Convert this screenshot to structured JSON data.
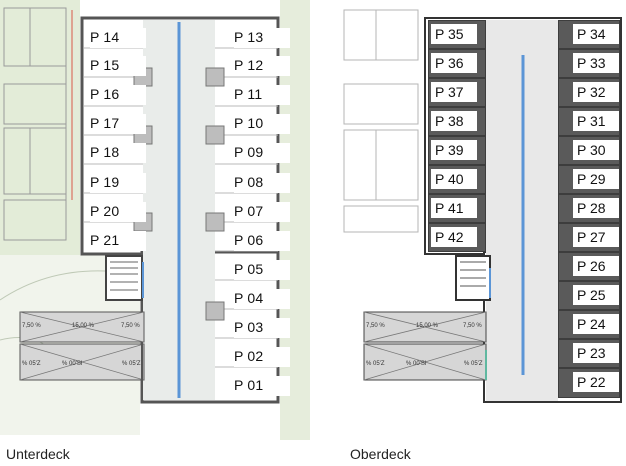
{
  "lower_deck": {
    "caption": "Unterdeck",
    "left_spots": [
      "P 14",
      "P 15",
      "P 16",
      "P 17",
      "P 18",
      "P 19",
      "P 20",
      "P 21"
    ],
    "right_spots": [
      "P 13",
      "P 12",
      "P 11",
      "P 10",
      "P 09",
      "P 08",
      "P 07",
      "P 06",
      "P 05",
      "P 04",
      "P 03",
      "P 02",
      "P 01"
    ],
    "ramp_labels": [
      "7,50 %",
      "15,00 %",
      "7,50 %",
      "% 05'Z",
      "% 00'SI",
      "% 05'Z"
    ]
  },
  "upper_deck": {
    "caption": "Oberdeck",
    "left_spots": [
      "P 35",
      "P 36",
      "P 37",
      "P 38",
      "P 39",
      "P 40",
      "P 41",
      "P 42"
    ],
    "right_spots": [
      "P 34",
      "P 33",
      "P 32",
      "P 31",
      "P 30",
      "P 29",
      "P 28",
      "P 27",
      "P 26",
      "P 25",
      "P 24",
      "P 23",
      "P 22"
    ],
    "ramp_labels": [
      "7,50 %",
      "15,00 %",
      "7,50 %",
      "% 05'Z",
      "% 00'SI",
      "% 05'Z"
    ]
  },
  "colors": {
    "wall": "#555555",
    "driveway": "#e9ecea",
    "center_line": "#5b95d6",
    "dark_spot": "#5a5a5a",
    "green_area": "#dde8d2"
  }
}
